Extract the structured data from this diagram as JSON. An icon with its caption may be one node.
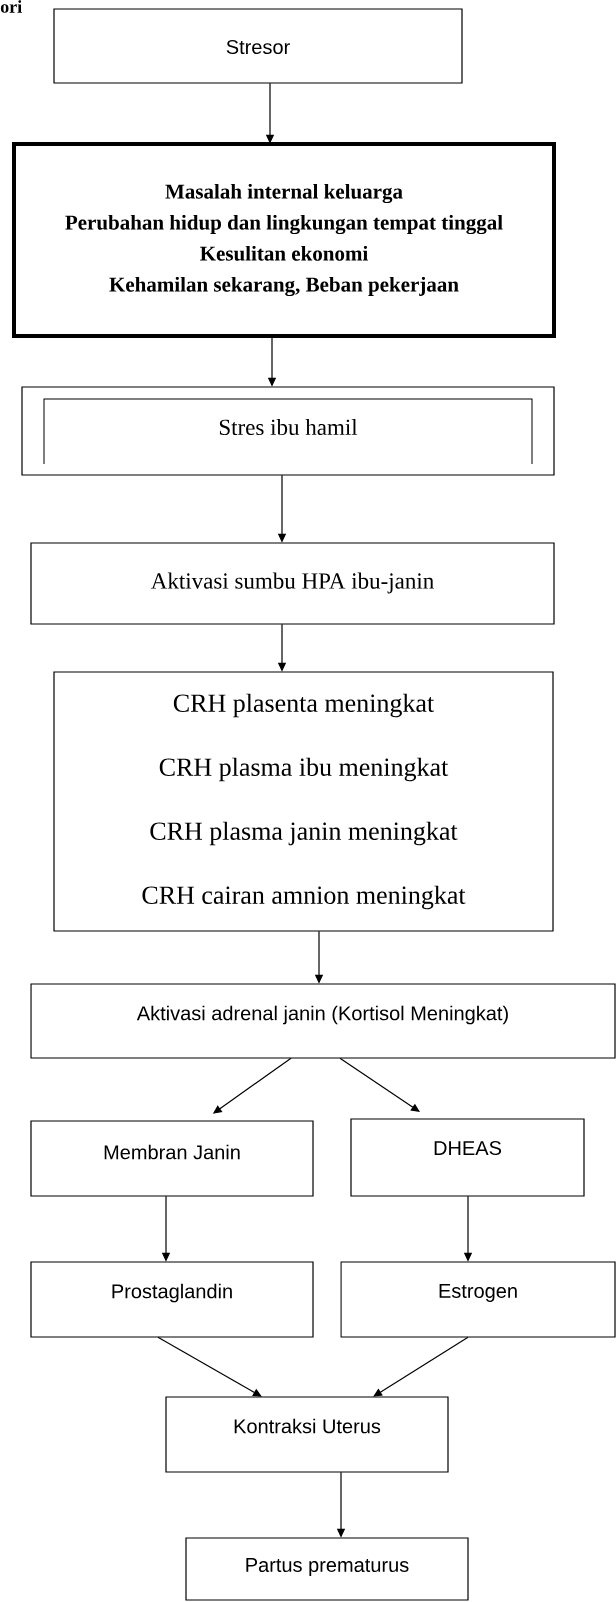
{
  "diagram": {
    "nodes": [
      {
        "text": [
          "Stresor"
        ]
      },
      {
        "text": [
          "Masalah internal keluarga",
          "Perubahan hidup dan lingkungan tempat tinggal",
          "Kesulitan ekonomi",
          "Kehamilan sekarang, Beban pekerjaan"
        ]
      },
      {
        "text": [
          "Stres ibu hamil"
        ]
      },
      {
        "text": [
          "Aktivasi sumbu HPA ibu-janin"
        ]
      },
      {
        "text": [
          "CRH plasenta meningkat",
          "CRH plasma ibu meningkat",
          "CRH plasma janin meningkat",
          "CRH cairan amnion meningkat"
        ]
      },
      {
        "text": [
          "Aktivasi adrenal janin (Kortisol Meningkat)"
        ]
      },
      {
        "text": [
          "Membran Janin"
        ]
      },
      {
        "text": [
          "DHEAS"
        ]
      },
      {
        "text": [
          "Prostaglandin"
        ]
      },
      {
        "text": [
          "Estrogen"
        ]
      },
      {
        "text": [
          "Kontraksi Uterus"
        ]
      },
      {
        "text": [
          "Partus prematurus"
        ]
      }
    ],
    "edges": [
      {
        "from": 0,
        "to": 1,
        "arrow": "to"
      },
      {
        "from": 1,
        "to": 2,
        "arrow": "to"
      },
      {
        "from": 2,
        "to": 3,
        "arrow": "to"
      },
      {
        "from": 3,
        "to": 4,
        "arrow": "to"
      },
      {
        "from": 4,
        "to": 5,
        "arrow": "to"
      },
      {
        "from": 5,
        "to": 6,
        "arrow": "to"
      },
      {
        "from": 5,
        "to": 7,
        "arrow": "to"
      },
      {
        "from": 6,
        "to": 8,
        "arrow": "to"
      },
      {
        "from": 7,
        "to": 9,
        "arrow": "to"
      },
      {
        "from": 8,
        "to": 10,
        "arrow": "to"
      },
      {
        "from": 9,
        "to": 10,
        "arrow": "to"
      },
      {
        "from": 10,
        "to": 11,
        "arrow": "to"
      }
    ],
    "labels": [
      "ori"
    ]
  }
}
